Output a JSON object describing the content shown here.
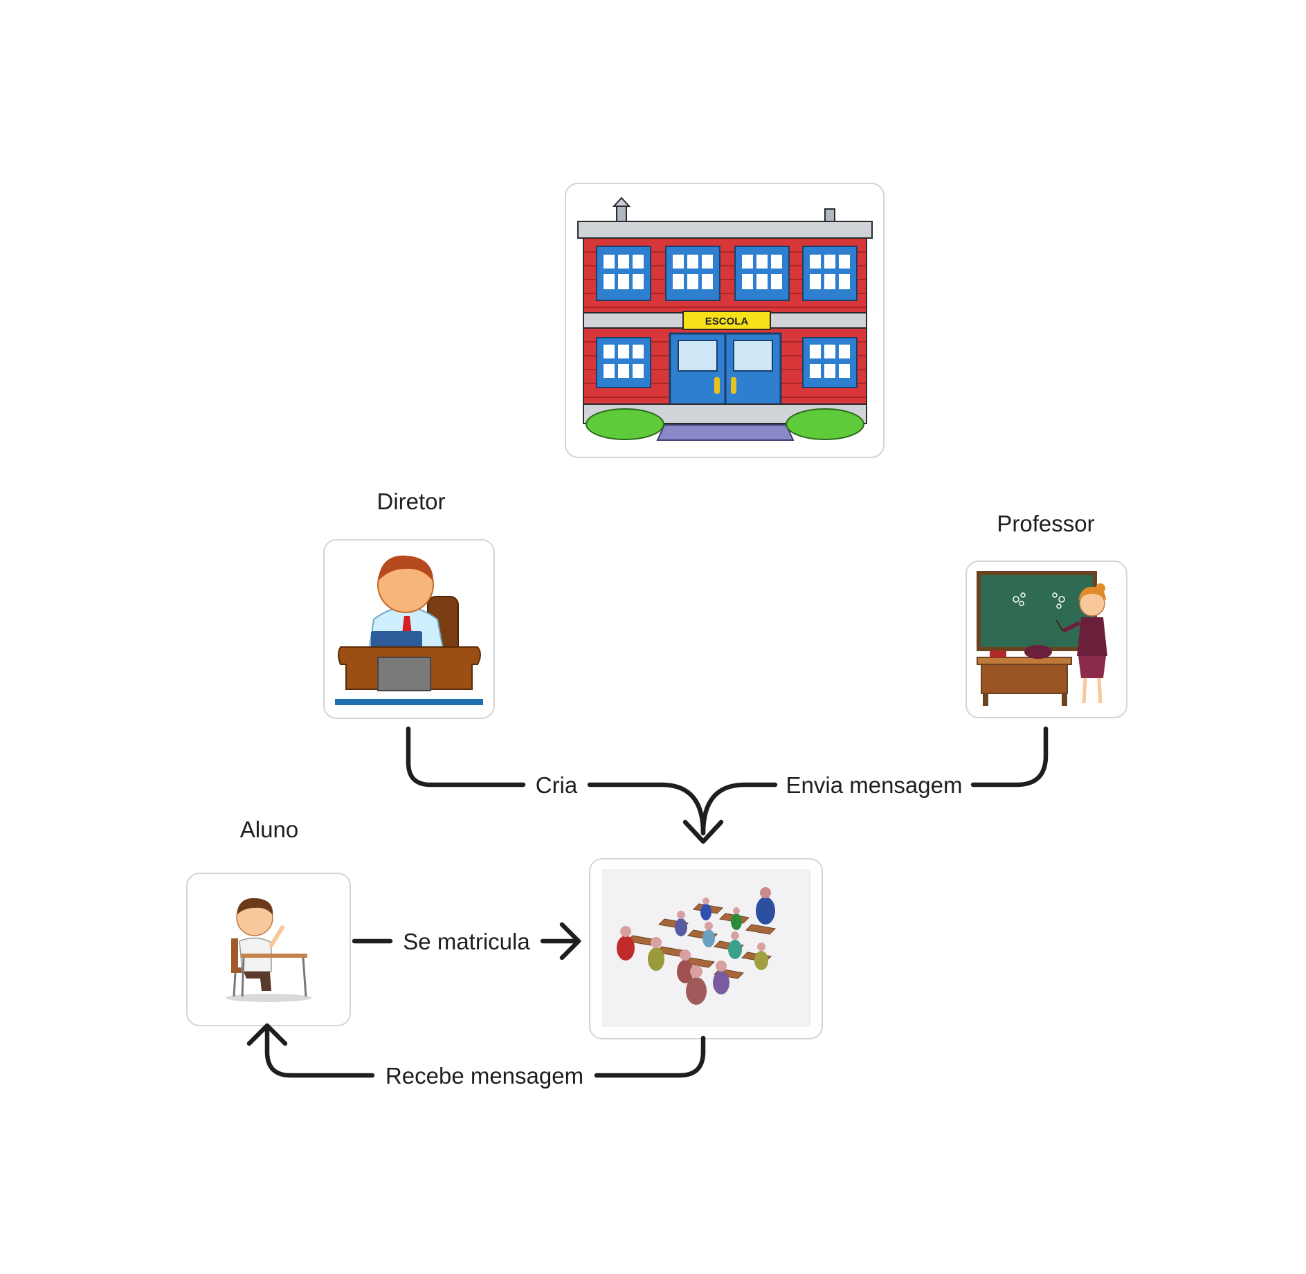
{
  "nodes": {
    "escola": {
      "sign": "ESCOLA"
    },
    "diretor": {
      "label": "Diretor"
    },
    "professor": {
      "label": "Professor"
    },
    "aluno": {
      "label": "Aluno"
    }
  },
  "edges": {
    "cria": "Cria",
    "envia": "Envia mensagem",
    "matricula": "Se matricula",
    "recebe": "Recebe mensagem"
  }
}
